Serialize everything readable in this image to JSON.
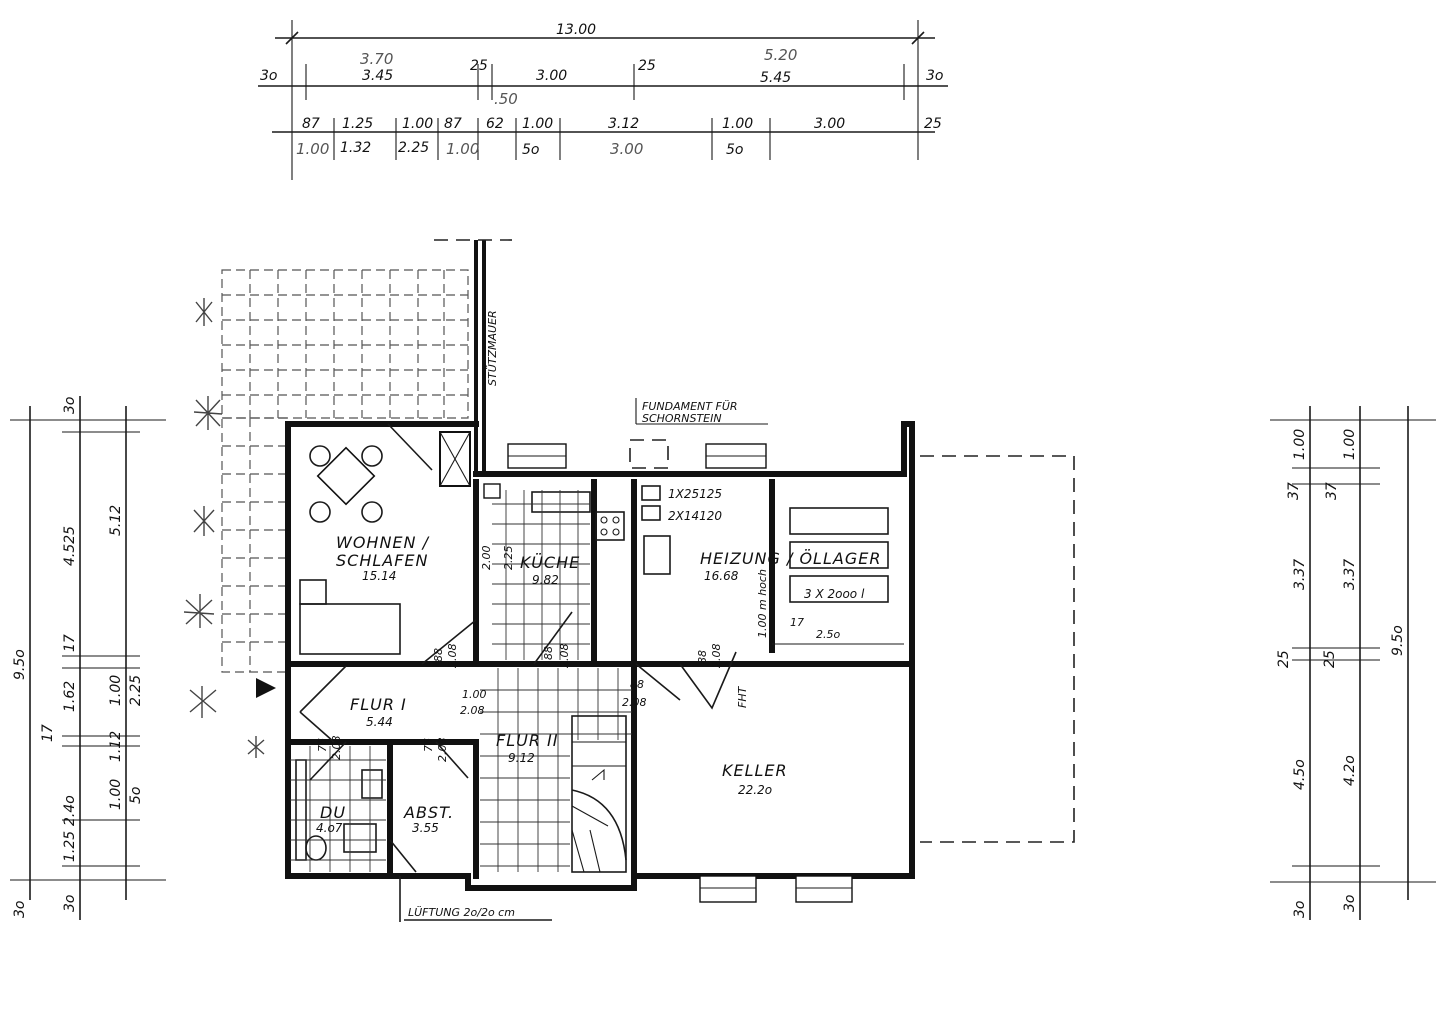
{
  "top_dims": {
    "overall": "13.00",
    "row1": [
      "3o",
      "3.45",
      "25",
      "3.00",
      "25",
      "5.45",
      "3o"
    ],
    "row1_pen": [
      "3.70",
      "5.20"
    ],
    "row2": [
      "87",
      "1.25",
      "1.00",
      "87",
      "62",
      "1.00",
      "3.12",
      "1.00",
      "3.00",
      "25"
    ],
    "row2_pen": [
      ".50"
    ],
    "row3": [
      "1.32",
      "2.25",
      "5o",
      "5o"
    ],
    "row3_pen": [
      "1.00",
      "1.00",
      "3.00"
    ]
  },
  "left_dims": [
    "3o",
    "4.525",
    "5.12",
    "9.5o",
    "17",
    "1.62",
    "17",
    "1.12",
    "1.00",
    "2.25",
    "2.4o",
    "1.00",
    "5o",
    "1.25",
    "3o",
    "3o"
  ],
  "right_dims": [
    "1.00",
    "1.00",
    "37",
    "37",
    "3.37",
    "3.37",
    "25",
    "25",
    "9.5o",
    "4.5o",
    "4.2o",
    "3o",
    "3o"
  ],
  "labels": {
    "stutzmauer": "STÜTZMAUER",
    "fundament": [
      "FUNDAMENT FÜR",
      "SCHORNSTEIN"
    ],
    "tanks": [
      "1X25125",
      "2X14120"
    ],
    "hoch": "1.00 m hoch",
    "fht": "FHT",
    "lueftung": "LÜFTUNG 2o/2o cm",
    "tank_count": "3 X 2ooo l"
  },
  "rooms": [
    {
      "name": "WOHNEN /",
      "name2": "SCHLAFEN",
      "area": "15.14"
    },
    {
      "name": "KÜCHE",
      "area": "9.82"
    },
    {
      "name": "HEIZUNG / ÖLLAGER",
      "area": "16.68"
    },
    {
      "name": "FLUR I",
      "area": "5.44"
    },
    {
      "name": "FLUR II",
      "area": "9.12"
    },
    {
      "name": "KELLER",
      "area": "22.2o"
    },
    {
      "name": "DU",
      "area": "4.o7"
    },
    {
      "name": "ABST.",
      "area": "3.55"
    }
  ],
  "door_dims": {
    "d1": [
      "88",
      "2.08"
    ],
    "d2": [
      "88",
      "2.08"
    ],
    "d3": [
      "88",
      "2.08"
    ],
    "d4": [
      "1.00",
      "2.08"
    ],
    "d5": [
      "88",
      "2.08"
    ],
    "d6": [
      "76",
      "2.08"
    ],
    "d7": [
      "76",
      "2.08"
    ],
    "kitchen": [
      "2.00",
      "2.25"
    ],
    "heat": [
      "17",
      "2.5o"
    ]
  }
}
